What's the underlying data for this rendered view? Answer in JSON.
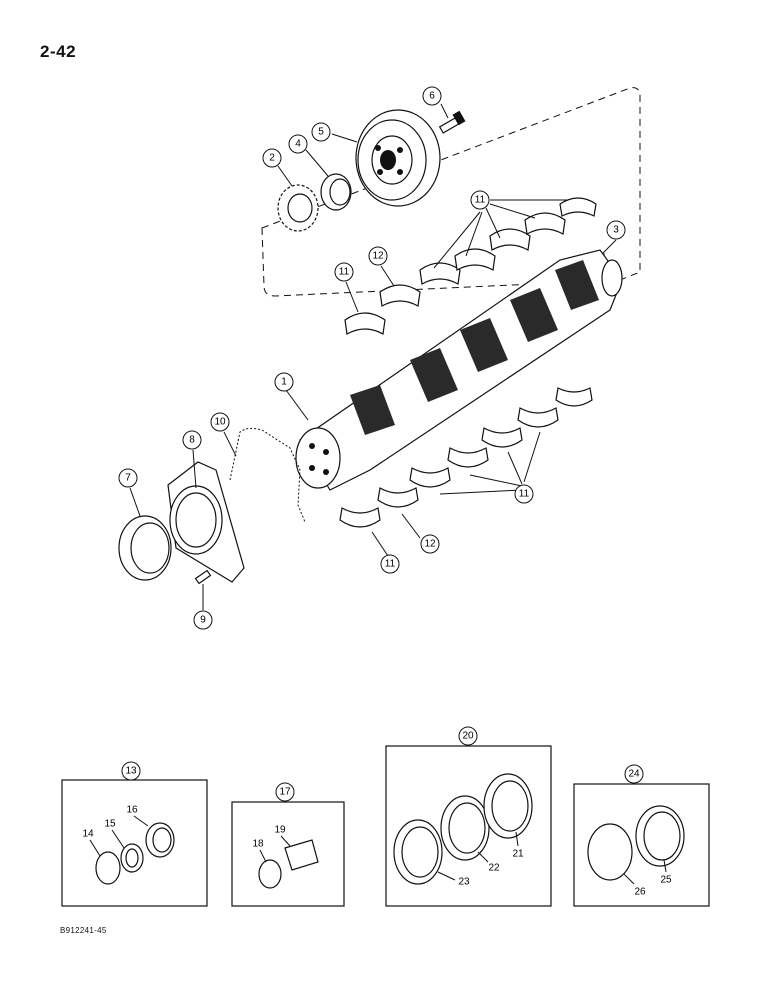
{
  "page": {
    "number": "2-42",
    "figure_code": "B912241-45"
  },
  "callouts": [
    {
      "id": "c1",
      "label": "1"
    },
    {
      "id": "c2",
      "label": "2"
    },
    {
      "id": "c3",
      "label": "3"
    },
    {
      "id": "c4",
      "label": "4"
    },
    {
      "id": "c5",
      "label": "5"
    },
    {
      "id": "c6",
      "label": "6"
    },
    {
      "id": "c7",
      "label": "7"
    },
    {
      "id": "c8",
      "label": "8"
    },
    {
      "id": "c9",
      "label": "9"
    },
    {
      "id": "c10",
      "label": "10"
    },
    {
      "id": "c11a",
      "label": "11"
    },
    {
      "id": "c11b",
      "label": "11"
    },
    {
      "id": "c11c",
      "label": "11"
    },
    {
      "id": "c11d",
      "label": "11"
    },
    {
      "id": "c12a",
      "label": "12"
    },
    {
      "id": "c12b",
      "label": "12"
    },
    {
      "id": "c13",
      "label": "13"
    },
    {
      "id": "c17",
      "label": "17"
    },
    {
      "id": "c20",
      "label": "20"
    },
    {
      "id": "c24",
      "label": "24"
    }
  ],
  "inset_labels": {
    "l14": "14",
    "l15": "15",
    "l16": "16",
    "l18": "18",
    "l19": "19",
    "l21": "21",
    "l22": "22",
    "l23": "23",
    "l25": "25",
    "l26": "26"
  }
}
